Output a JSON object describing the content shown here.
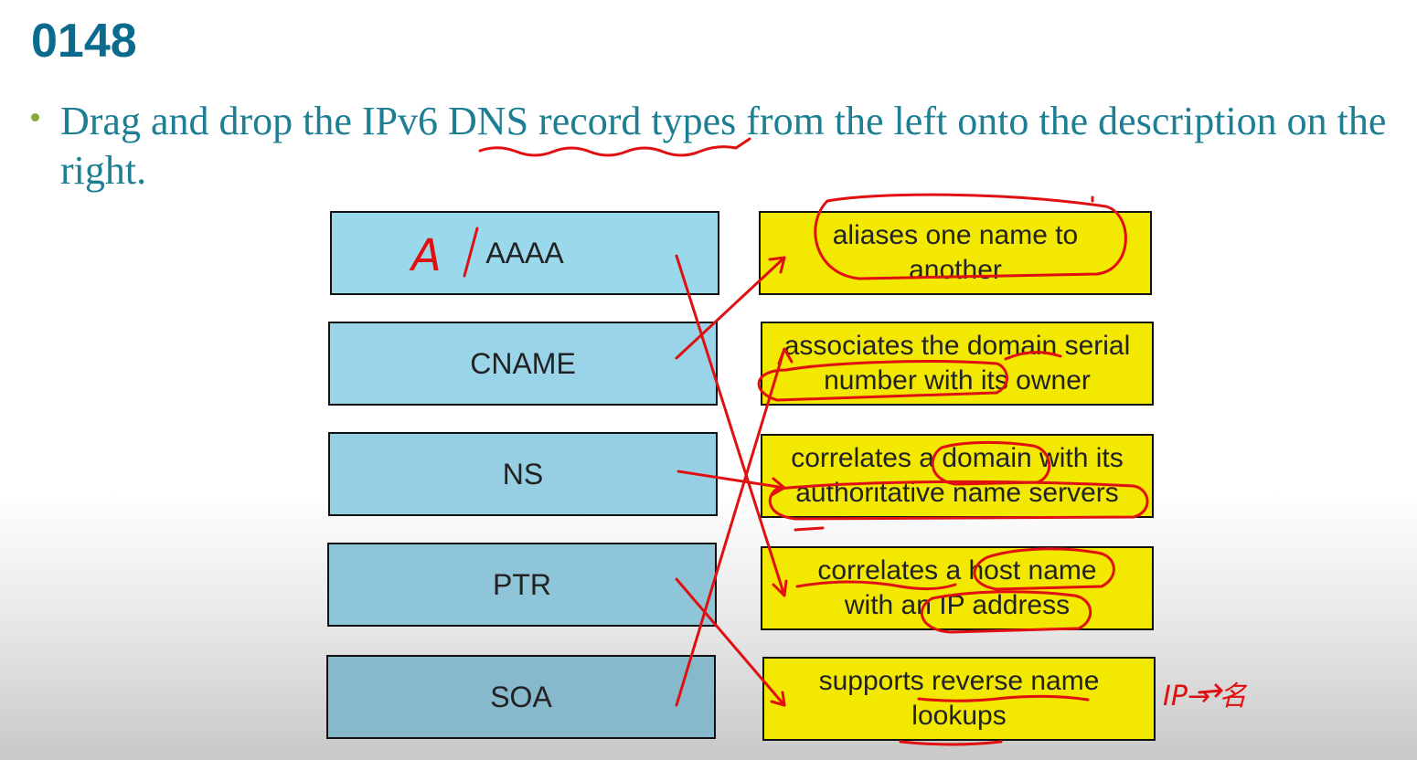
{
  "slide": {
    "title": "0148",
    "instruction": "Drag and drop the IPv6 DNS record types from the left onto the description on the right."
  },
  "record_types": [
    {
      "label": "AAAA",
      "color": "#9ad8ec"
    },
    {
      "label": "CNAME",
      "color": "#99d4e8"
    },
    {
      "label": "NS",
      "color": "#96cfe3"
    },
    {
      "label": "PTR",
      "color": "#8fc5d8"
    },
    {
      "label": "SOA",
      "color": "#86b9cc"
    }
  ],
  "descriptions": [
    {
      "label": "aliases one name to another"
    },
    {
      "label": "associates the domain serial number with its owner"
    },
    {
      "label": "correlates a domain with its authoritative name servers"
    },
    {
      "label": "correlates a host name with an IP address"
    },
    {
      "label": "supports reverse name lookups"
    }
  ],
  "annotations": {
    "ink_color": "#e01010",
    "prefix_note": "A",
    "side_note": "IP→ 名"
  }
}
